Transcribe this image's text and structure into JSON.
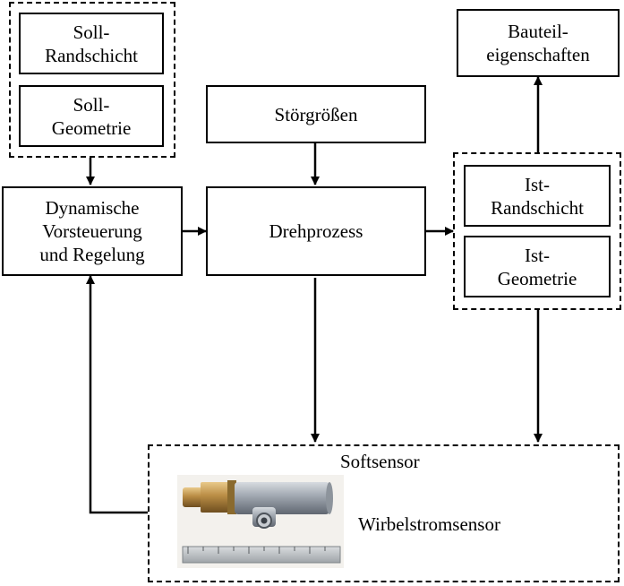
{
  "diagram": {
    "soll_randschicht": "Soll-\nRandschicht",
    "soll_geometrie": "Soll-\nGeometrie",
    "stoergroessen": "Störgrößen",
    "bauteileigenschaften": "Bauteil-\neigenschaften",
    "regelung": "Dynamische\nVorsteuerung\nund Regelung",
    "drehprozess": "Drehprozess",
    "ist_randschicht": "Ist-\nRandschicht",
    "ist_geometrie": "Ist-\nGeometrie",
    "softsensor": "Softsensor",
    "wirbelstromsensor": "Wirbelstromsensor"
  },
  "photo": {
    "subject": "eddy-current-sensor-photo"
  }
}
